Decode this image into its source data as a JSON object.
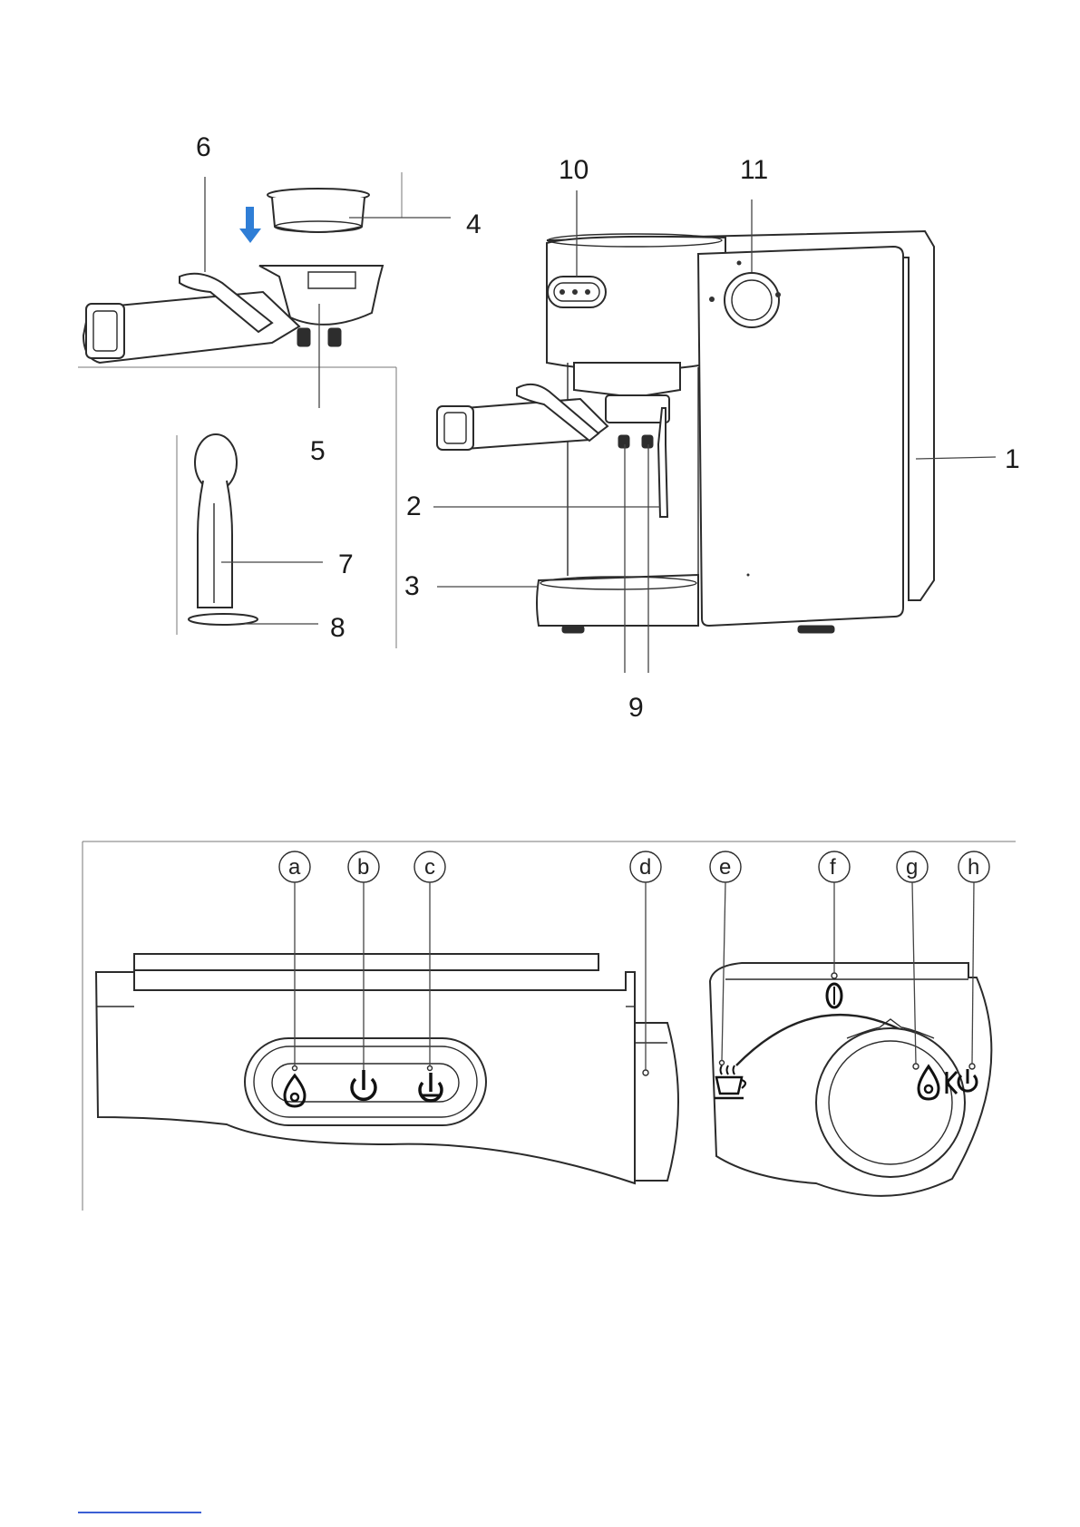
{
  "figure_top": {
    "callouts": {
      "c1": "1",
      "c2": "2",
      "c3": "3",
      "c4": "4",
      "c5": "5",
      "c6": "6",
      "c7": "7",
      "c8": "8",
      "c9": "9",
      "c10": "10",
      "c11": "11"
    },
    "arrow_color": "#2f7ed6"
  },
  "figure_bottom": {
    "callouts": {
      "a": "a",
      "b": "b",
      "c": "c",
      "d": "d",
      "e": "e",
      "f": "f",
      "g": "g",
      "h": "h"
    },
    "icons": [
      "drop-power-icon",
      "power-icon",
      "descale-power-icon",
      "cup-icon",
      "coffee-bean-icon",
      "steam-drop-icon"
    ]
  },
  "footer": {
    "link_color": "#3b5fd4"
  }
}
